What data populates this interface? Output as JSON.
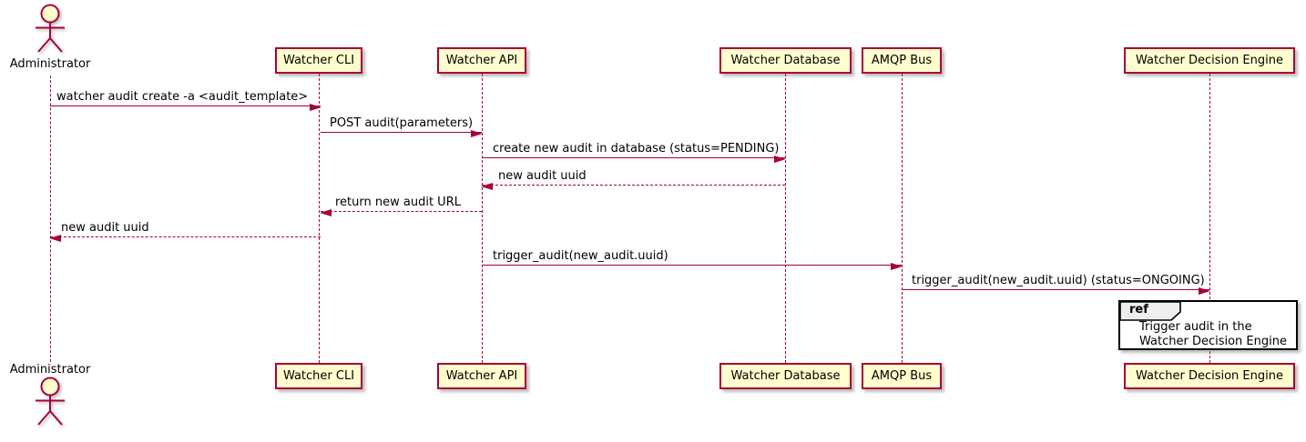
{
  "diagram": {
    "type": "sequence-diagram",
    "participants": [
      {
        "id": "administrator",
        "label": "Administrator",
        "kind": "actor"
      },
      {
        "id": "watcher-cli",
        "label": "Watcher CLI",
        "kind": "participant"
      },
      {
        "id": "watcher-api",
        "label": "Watcher API",
        "kind": "participant"
      },
      {
        "id": "watcher-database",
        "label": "Watcher Database",
        "kind": "participant"
      },
      {
        "id": "amqp-bus",
        "label": "AMQP Bus",
        "kind": "participant"
      },
      {
        "id": "watcher-decision-engine",
        "label": "Watcher Decision Engine",
        "kind": "participant"
      }
    ],
    "messages": [
      {
        "from": "Administrator",
        "to": "Watcher CLI",
        "label": "watcher audit create -a <audit_template>",
        "line": "solid",
        "direction": "right"
      },
      {
        "from": "Watcher CLI",
        "to": "Watcher API",
        "label": "POST audit(parameters)",
        "line": "solid",
        "direction": "right"
      },
      {
        "from": "Watcher API",
        "to": "Watcher Database",
        "label": "create new audit in database (status=PENDING)",
        "line": "solid",
        "direction": "right"
      },
      {
        "from": "Watcher Database",
        "to": "Watcher API",
        "label": "new audit uuid",
        "line": "dashed",
        "direction": "left"
      },
      {
        "from": "Watcher API",
        "to": "Watcher CLI",
        "label": "return new audit URL",
        "line": "dashed",
        "direction": "left"
      },
      {
        "from": "Watcher CLI",
        "to": "Administrator",
        "label": "new audit uuid",
        "line": "dashed",
        "direction": "left"
      },
      {
        "from": "Watcher API",
        "to": "AMQP Bus",
        "label": "trigger_audit(new_audit.uuid)",
        "line": "solid",
        "direction": "right"
      },
      {
        "from": "AMQP Bus",
        "to": "Watcher Decision Engine",
        "label": "trigger_audit(new_audit.uuid) (status=ONGOING)",
        "line": "solid",
        "direction": "right"
      }
    ],
    "ref": {
      "keyword": "ref",
      "over": "Watcher Decision Engine",
      "text_lines": [
        "Trigger audit in the",
        "Watcher Decision Engine"
      ]
    },
    "colors": {
      "background": "#FFFFFF",
      "participant_fill": "#FEFECE",
      "participant_border": "#A80036",
      "arrow": "#A80036",
      "lifeline": "#A80036",
      "text": "#000000",
      "ref_border": "#000000",
      "ref_header_fill": "#EEEEEE"
    }
  }
}
